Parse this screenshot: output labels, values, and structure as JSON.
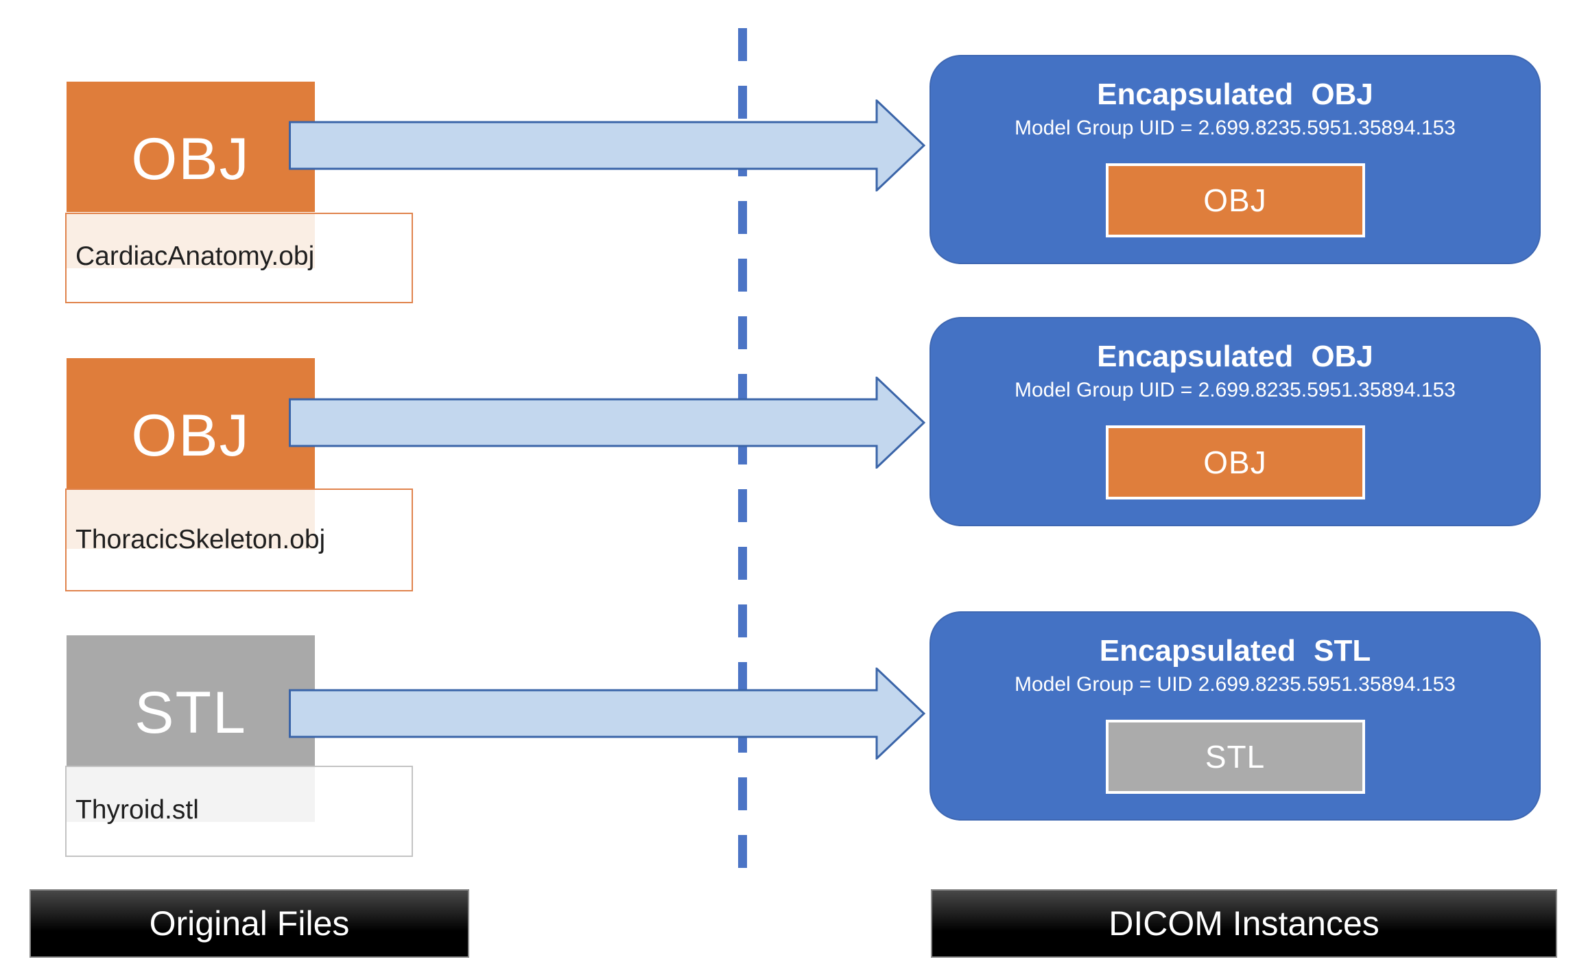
{
  "files": [
    {
      "badge": "OBJ",
      "filename": "CardiacAnatomy.obj"
    },
    {
      "badge": "OBJ",
      "filename": "ThoracicSkeleton.obj"
    },
    {
      "badge": "STL",
      "filename": "Thyroid.stl"
    }
  ],
  "instances": [
    {
      "title": "Encapsulated OBJ",
      "uid_line": "Model Group UID = 2.699.8235.5951.35894.153",
      "badge": "OBJ"
    },
    {
      "title": "Encapsulated OBJ",
      "uid_line": "Model Group UID = 2.699.8235.5951.35894.153",
      "badge": "OBJ"
    },
    {
      "title": "Encapsulated STL",
      "uid_line": "Model Group = UID 2.699.8235.5951.35894.153",
      "badge": "STL"
    }
  ],
  "footers": {
    "left": "Original Files",
    "right": "DICOM Instances"
  },
  "colors": {
    "accent_orange": "#DF7D3B",
    "accent_gray": "#A9A9A9",
    "accent_blue": "#4472C4",
    "arrow_fill": "#C3D7EE",
    "arrow_stroke": "#3A64A8",
    "dash_blue": "#4B74C5"
  }
}
